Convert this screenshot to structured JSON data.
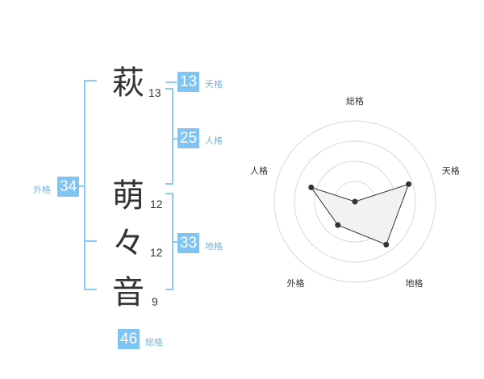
{
  "name": {
    "characters": [
      {
        "char": "萩",
        "strokes": "13"
      },
      {
        "char": "萌",
        "strokes": "12"
      },
      {
        "char": "々",
        "strokes": "12"
      },
      {
        "char": "音",
        "strokes": "9"
      }
    ]
  },
  "scores": {
    "tenkaku": {
      "value": "13",
      "label": "天格"
    },
    "jinkaku": {
      "value": "25",
      "label": "人格"
    },
    "chikaku": {
      "value": "33",
      "label": "地格"
    },
    "gaikaku": {
      "value": "34",
      "label": "外格"
    },
    "soukaku": {
      "value": "46",
      "label": "総格"
    }
  },
  "chart_data": {
    "type": "radar",
    "axes": [
      "総格",
      "天格",
      "地格",
      "外格",
      "人格"
    ],
    "values": [
      0.0,
      0.7,
      0.66,
      0.36,
      0.57
    ],
    "rings": 4,
    "colors": {
      "grid": "#d8d8d8",
      "fill": "#f0f0f0",
      "line": "#333333",
      "point": "#333333"
    }
  }
}
